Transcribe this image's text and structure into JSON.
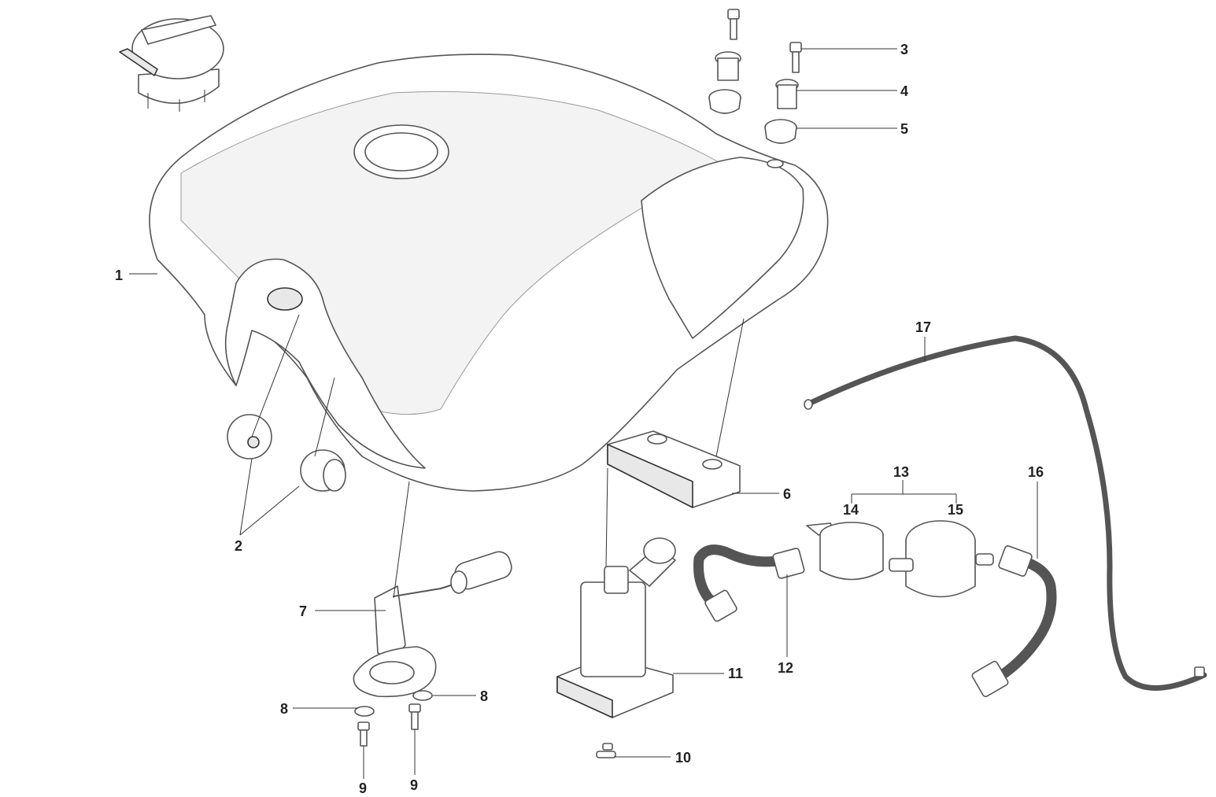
{
  "diagram": {
    "type": "exploded-parts-view",
    "callouts": [
      {
        "id": "1",
        "label": "1"
      },
      {
        "id": "2",
        "label": "2"
      },
      {
        "id": "3",
        "label": "3"
      },
      {
        "id": "4",
        "label": "4"
      },
      {
        "id": "5",
        "label": "5"
      },
      {
        "id": "6",
        "label": "6"
      },
      {
        "id": "7",
        "label": "7"
      },
      {
        "id": "8a",
        "label": "8"
      },
      {
        "id": "8b",
        "label": "8"
      },
      {
        "id": "9a",
        "label": "9"
      },
      {
        "id": "9b",
        "label": "9"
      },
      {
        "id": "10",
        "label": "10"
      },
      {
        "id": "11",
        "label": "11"
      },
      {
        "id": "12",
        "label": "12"
      },
      {
        "id": "13",
        "label": "13"
      },
      {
        "id": "14",
        "label": "14"
      },
      {
        "id": "15",
        "label": "15"
      },
      {
        "id": "16",
        "label": "16"
      },
      {
        "id": "17",
        "label": "17"
      }
    ]
  }
}
